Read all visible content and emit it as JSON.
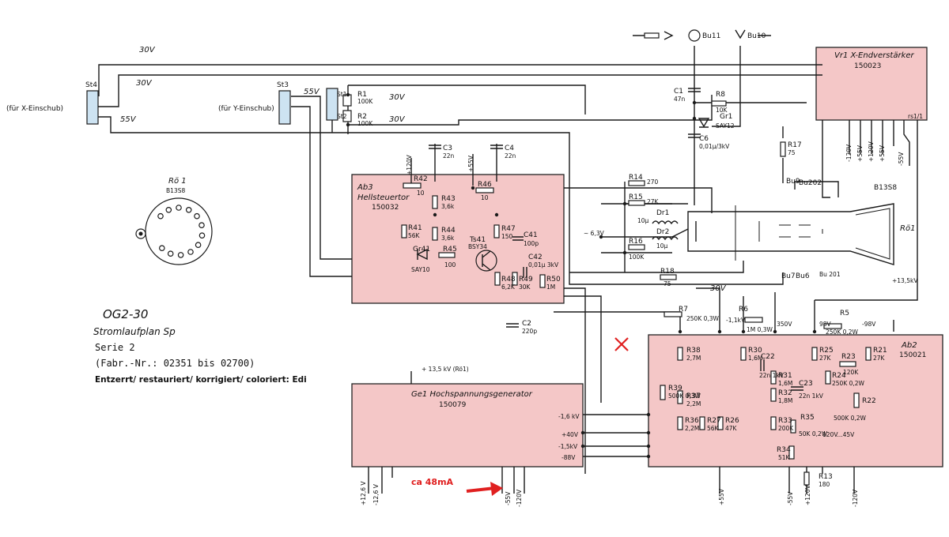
{
  "title": {
    "model": "OG2-30",
    "plan": "Stromlaufplan Sp",
    "series": "Serie 2",
    "fabr": "(Fabr.-Nr.: 02351 bis 02700)",
    "credit": "Entzerrt/ restauriert/ korrigiert/ coloriert: Edi"
  },
  "connectors": {
    "st4": "St4",
    "st4_note": "(für X-Einschub)",
    "st3": "St3",
    "st3_note": "(für Y-Einschub)",
    "st1": "St1",
    "st2": "St2",
    "bu11": "Bu11",
    "bu10": "Bu10",
    "bu9": "Bu9",
    "bu202": "Bu202",
    "bu7": "Bu7",
    "bu6": "Bu6",
    "bu201": "Bu 201"
  },
  "modules": {
    "vr1_title": "Vr1  X-Endverstärker",
    "vr1_num": "150023",
    "ab3_title": "Ab3",
    "ab3_name": "Hellsteuertor",
    "ab3_num": "150032",
    "ab2_title": "Ab2",
    "ab2_num": "150021",
    "ge1_title": "Ge1  Hochspannungsgenerator",
    "ge1_num": "150079"
  },
  "tube": {
    "name": "Rö 1",
    "type": "B13S8",
    "crt_type": "B13S8",
    "screen": "Rö1"
  },
  "voltages": {
    "v30": "30V",
    "v55": "55V",
    "m120": "-120V",
    "p55": "+55V",
    "p120": "+120V",
    "m55": "-55V",
    "hv13": "+13,5kV",
    "hv13r": "+ 13,5 kV (Rö1)",
    "heater": "~ 6,3V",
    "m1_6": "-1,6 kV",
    "p40": "+40V",
    "m1_5": "-1,5kV",
    "m88": "-88V",
    "p12_6": "+12,6 V",
    "m12_6": "-12,6 V",
    "m1_1": "-1,1kV",
    "v350": "350V",
    "v98": "98V",
    "m98": "-98V",
    "range": "120V...45V"
  },
  "components": {
    "r1": "R1",
    "r1v": "100K",
    "r2": "R2",
    "r2v": "100K",
    "c1": "C1",
    "c1v": "47n",
    "r8": "R8",
    "r8v": "10K",
    "gr1": "Gr1",
    "gr1v": "SAY12",
    "c6": "C6",
    "c6v": "0,01µ/3kV",
    "r17": "R17",
    "r17v": "75",
    "c3": "C3",
    "c3v": "22n",
    "c4": "C4",
    "c4v": "22n",
    "r42": "R42",
    "r42v": "10",
    "r43": "R43",
    "r43v": "3,6k",
    "r46": "R46",
    "r46v": "10",
    "r41": "R41",
    "r41v": "56K",
    "r44": "R44",
    "r44v": "3,6k",
    "r47": "R47",
    "r47v": "150",
    "c41": "C41",
    "c41v": "100p",
    "gr41": "Gr41",
    "gr41v": "SAY10",
    "r45": "R45",
    "r45v": "100",
    "ts41": "Ts41",
    "ts41v": "BSY34",
    "c42": "C42",
    "c42v": "0,01µ 3kV",
    "r48": "R48",
    "r48v": "6,2K",
    "r49": "R49",
    "r49v": "30K",
    "r50": "R50",
    "r50v": "1M",
    "c2": "C2",
    "c2v": "220p",
    "r14": "R14",
    "r14v": "270",
    "r15": "R15",
    "r15v": "27K",
    "dr1": "Dr1",
    "dr1v": "10µ",
    "dr2": "Dr2",
    "dr2v": "10µ",
    "r16": "R16",
    "r16v": "100K",
    "r18": "R18",
    "r18v": "75",
    "r7": "R7",
    "r7v": "250K 0,3W",
    "r6": "R6",
    "r6v": "1M 0,3W",
    "r5": "R5",
    "r5v": "250K 0,2W",
    "r38": "R38",
    "r38v": "2,7M",
    "r39": "R39",
    "r39v": "500K 0,3W",
    "r37": "R37",
    "r37v": "2,2M",
    "r36": "R36",
    "r36v": "2,2M",
    "r27": "R27",
    "r27v": "56K",
    "r26": "R26",
    "r26v": "47K",
    "r30": "R30",
    "r30v": "1,6M",
    "c22": "C22",
    "c22v": "22n 1kV",
    "r31": "R31",
    "r31v": "1,6M",
    "r32": "R32",
    "r32v": "1,8M",
    "c23": "C23",
    "c23v": "22n 1kV",
    "r33": "R33",
    "r33v": "200K",
    "r35": "R35",
    "r35v": "50K 0,2W",
    "r34": "R34",
    "r34v": "51K",
    "r13": "R13",
    "r13v": "180",
    "r25": "R25",
    "r25v": "27K",
    "r23": "R23",
    "r23v": "120K",
    "r21": "R21",
    "r21v": "27K",
    "r24": "R24",
    "r24v": "250K 0,2W",
    "r22": "R22",
    "r22v": "500K 0,2W",
    "rs1": "rs1/1"
  },
  "annotation": {
    "current": "ca 48mA"
  },
  "colors": {
    "module_fill": "#f4c7c7",
    "annotation": "#e02020"
  }
}
